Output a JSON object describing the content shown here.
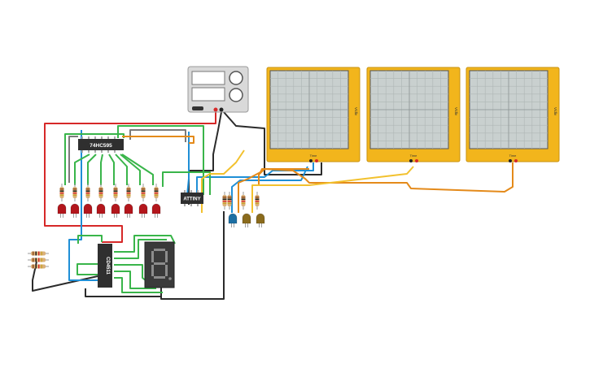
{
  "components": {
    "shift_register": {
      "label": "74HC595"
    },
    "microcontroller": {
      "label": "ATTINY"
    },
    "counter": {
      "label": "CD4511"
    },
    "seven_segment": {
      "digit": "8."
    },
    "power_supply": {
      "display_top": "",
      "display_bottom": ""
    },
    "oscilloscopes": [
      {
        "side_label": "V/div",
        "bottom_label": "Time"
      },
      {
        "side_label": "V/div",
        "bottom_label": "Time"
      },
      {
        "side_label": "V/div",
        "bottom_label": "Time"
      }
    ]
  },
  "colors": {
    "wire_red": "#d62828",
    "wire_green": "#39b54a",
    "wire_blue": "#1f8fd6",
    "wire_black": "#2b2b2b",
    "wire_orange": "#e48a1a",
    "wire_yellow": "#f2c12e",
    "wire_gray": "#7a7a7a",
    "scope_frame": "#f2b51c",
    "scope_screen": "#c9d0cf",
    "led_red": "#b3161c",
    "led_blue": "#1d6fa3",
    "led_olive": "#8a6b1d",
    "chip": "#2f2f2f",
    "resistor_body": "#d9b07a"
  },
  "counts": {
    "red_leds": 8,
    "output_leds": 3,
    "scopes": 3
  }
}
